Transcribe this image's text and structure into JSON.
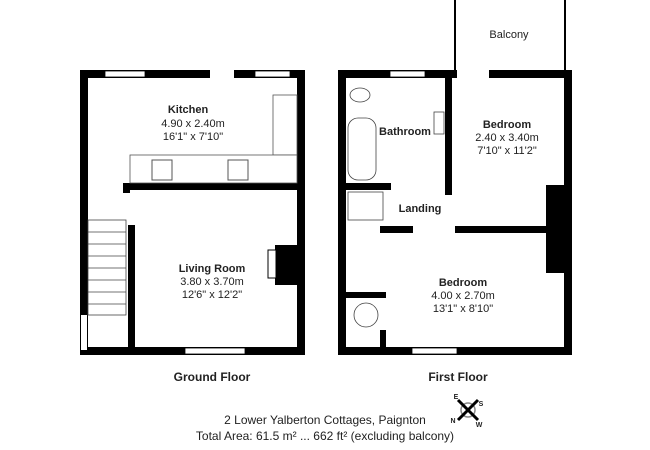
{
  "ground_floor": {
    "label": "Ground Floor",
    "rooms": [
      {
        "name": "Kitchen",
        "metric": "4.90 x 2.40m",
        "imperial": "16'1\" x 7'10\""
      },
      {
        "name": "Living Room",
        "metric": "3.80 x 3.70m",
        "imperial": "12'6\" x 12'2\""
      }
    ]
  },
  "first_floor": {
    "label": "First Floor",
    "rooms": [
      {
        "name": "Balcony"
      },
      {
        "name": "Bathroom"
      },
      {
        "name": "Bedroom",
        "metric": "2.40 x 3.40m",
        "imperial": "7'10\" x 11'2\""
      },
      {
        "name": "Landing"
      },
      {
        "name": "Bedroom",
        "metric": "4.00 x 2.70m",
        "imperial": "13'1\" x 8'10\""
      }
    ]
  },
  "compass": {
    "n": "N",
    "e": "E",
    "s": "S",
    "w": "W"
  },
  "footer": {
    "address": "2 Lower Yalberton Cottages, Paignton",
    "total_area": "Total Area: 61.5 m² ... 662 ft² (excluding balcony)"
  }
}
